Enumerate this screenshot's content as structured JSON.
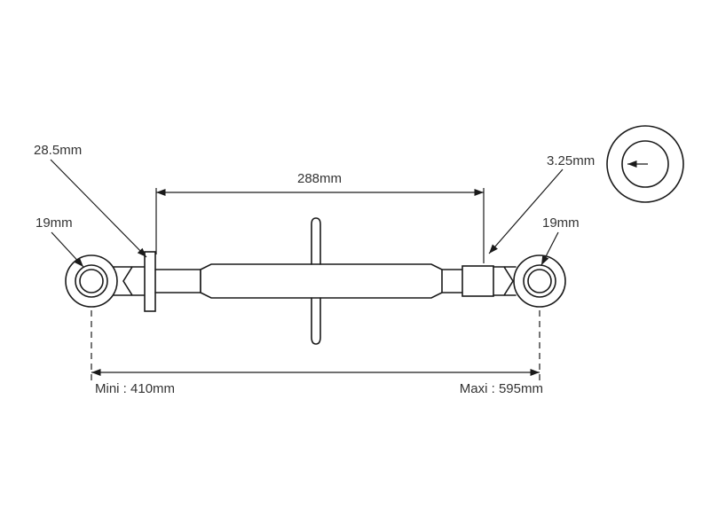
{
  "drawing": {
    "title": "top-link-technical-drawing",
    "labels": {
      "thread_diameter": "28.5mm",
      "tube_length": "288mm",
      "detail_dimension": "3.25mm",
      "left_ball_diameter": "19mm",
      "right_ball_diameter": "19mm",
      "min_length": "Mini : 410mm",
      "max_length": "Maxi : 595mm"
    },
    "colors": {
      "line": "#1a1a1a",
      "text": "#333333",
      "background": "#ffffff"
    }
  }
}
